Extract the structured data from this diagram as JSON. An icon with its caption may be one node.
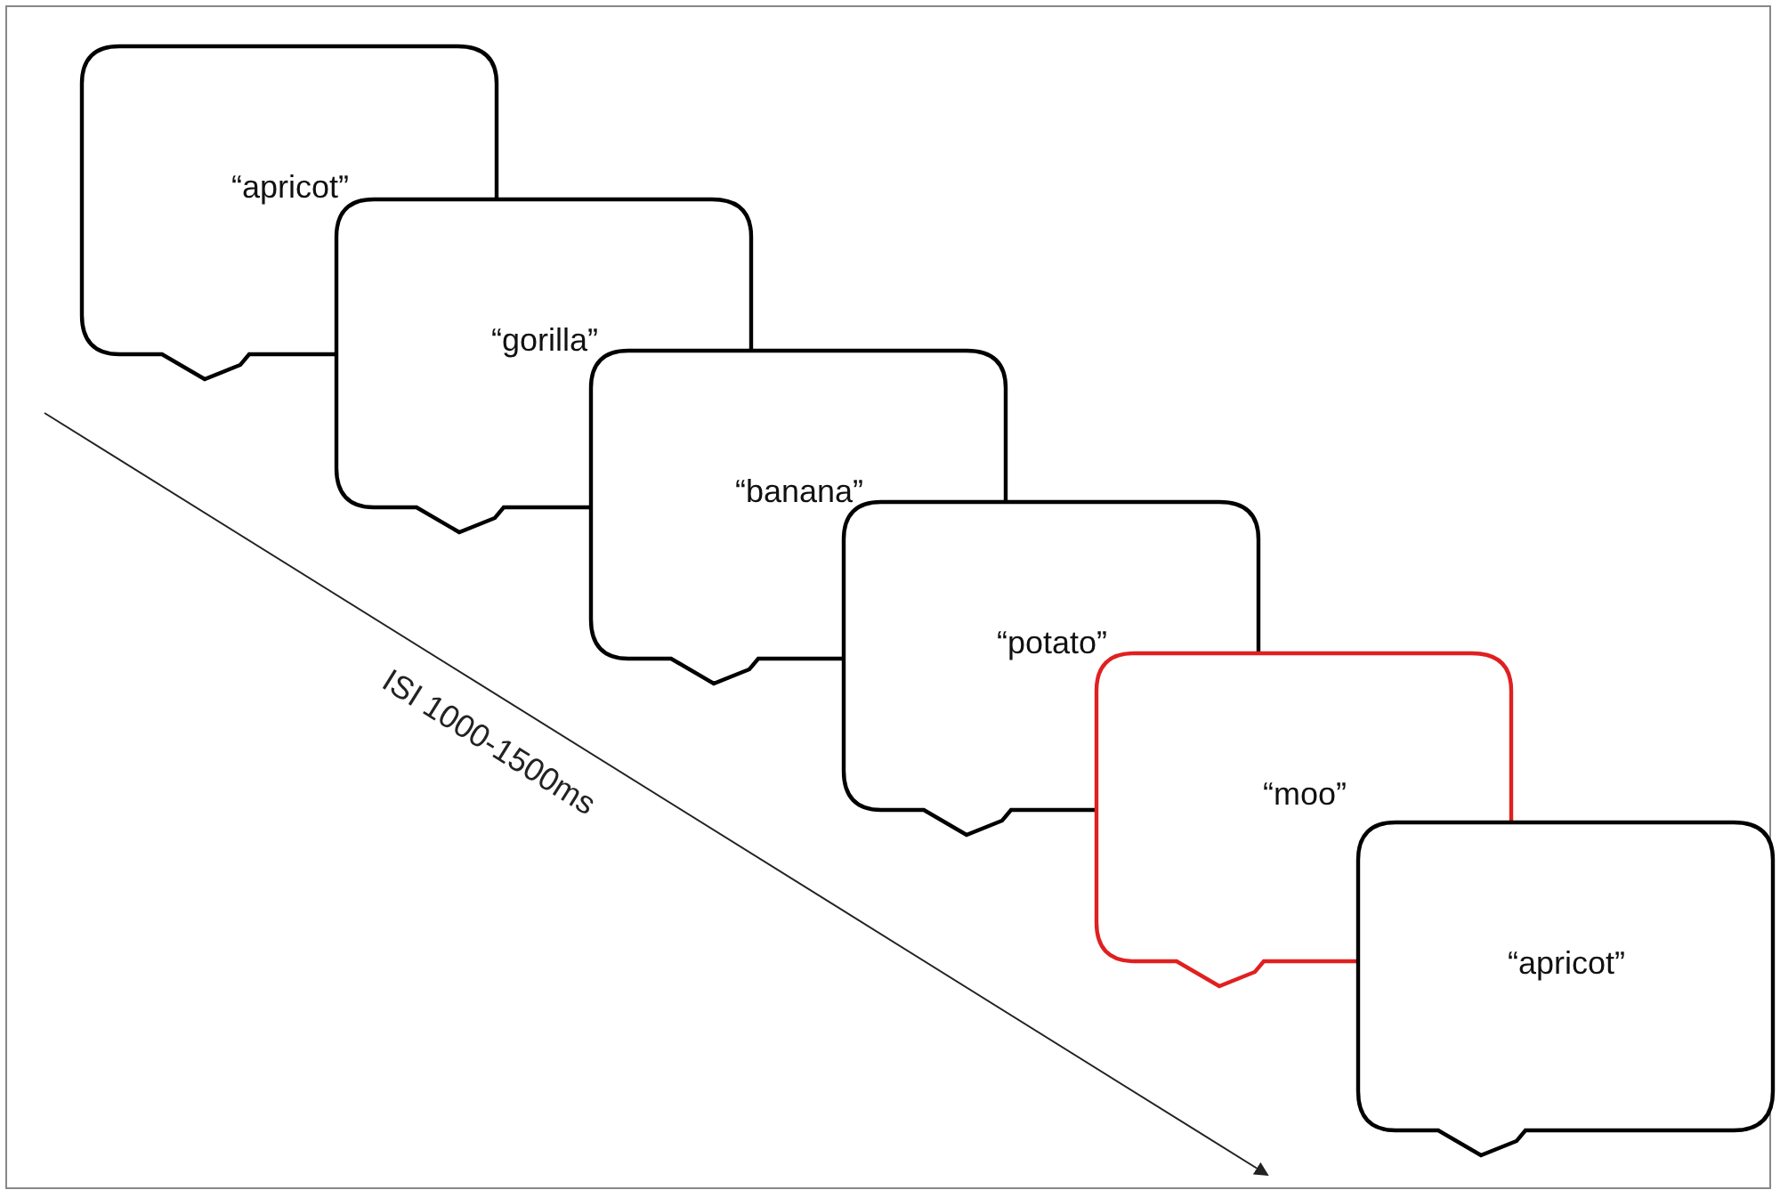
{
  "diagram": {
    "nodes": [
      {
        "text": [
          "“apricot”"
        ]
      },
      {
        "text": [
          "“gorilla”"
        ]
      },
      {
        "text": [
          "“banana”"
        ]
      },
      {
        "text": [
          "“potato”"
        ]
      },
      {
        "text": [
          "“moo”"
        ]
      },
      {
        "text": [
          "“apricot”"
        ]
      }
    ],
    "labels": [
      "ISI 1000-1500ms"
    ]
  }
}
